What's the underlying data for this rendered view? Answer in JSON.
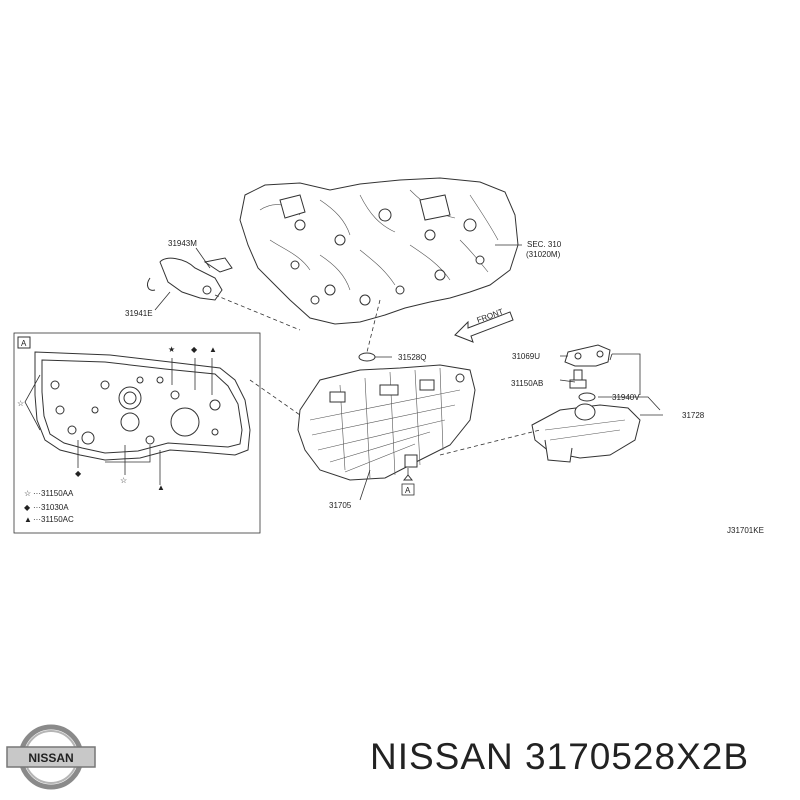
{
  "labels": {
    "p31943m": "31943M",
    "p31941e": "31941E",
    "sec310_a": "SEC. 310",
    "sec310_b": "(31020M)",
    "front": "FRONT",
    "p31528q": "31528Q",
    "p31069u": "31069U",
    "p31150ab": "31150AB",
    "p31940v": "31940V",
    "p31728": "31728",
    "p31705": "31705",
    "diagram_code": "J31701KE",
    "view_a_box": "A",
    "view_a_ref": "A"
  },
  "legend": [
    {
      "symbol": "☆",
      "text": "···31150AA"
    },
    {
      "symbol": "◆",
      "text": "···31030A"
    },
    {
      "symbol": "▲",
      "text": "···31150AC"
    }
  ],
  "brand": {
    "logo_text": "NISSAN",
    "part_title": "NISSAN 3170528X2B"
  }
}
